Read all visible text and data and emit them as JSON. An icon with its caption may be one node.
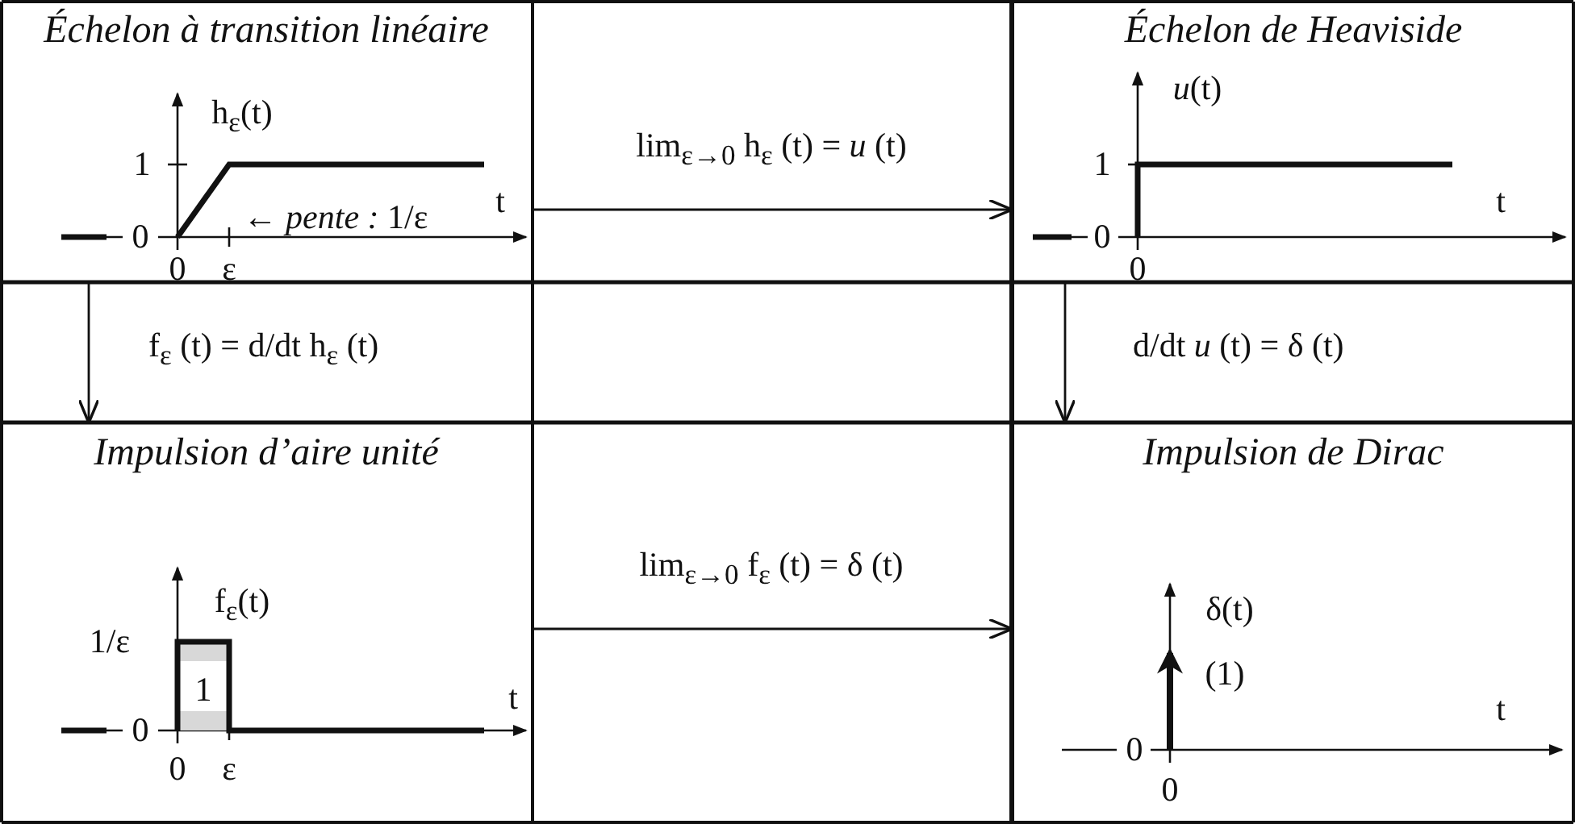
{
  "diagram": {
    "nodes": [
      {
        "text": [
          "Échelon à transition linéaire"
        ]
      },
      {
        "text": [
          "Échelon de Heaviside"
        ]
      },
      {
        "text": [
          "Impulsion d’aire unité"
        ]
      },
      {
        "text": [
          "Impulsion de Dirac"
        ]
      }
    ],
    "edges": [
      {
        "from": 0,
        "to": 1,
        "arrow": "to",
        "label": "lim$_{ε→0}$ h$_{ε}$ (t) = *u* (t)"
      },
      {
        "from": 0,
        "to": 2,
        "arrow": "to",
        "label": "f$_{ε}$ (t) = d/dt h$_{ε}$ (t)"
      },
      {
        "from": 1,
        "to": 3,
        "arrow": "to",
        "label": "d/dt *u* (t) = δ (t)"
      },
      {
        "from": 2,
        "to": 3,
        "arrow": "to",
        "label": "lim$_{ε→0}$ f$_{ε}$ (t) = δ (t)"
      }
    ],
    "labels": [
      "h$_{ε}$(t)",
      "1",
      "← *pente :* 1/ε",
      "t",
      "0",
      "0",
      "ε",
      "*u*(t)",
      "1",
      "t",
      "0",
      "0",
      "f$_{ε}$(t)",
      "1/ε",
      "1",
      "t",
      "0",
      "0",
      "ε",
      "δ(t)",
      "(1)",
      "t",
      "0",
      "0"
    ]
  }
}
